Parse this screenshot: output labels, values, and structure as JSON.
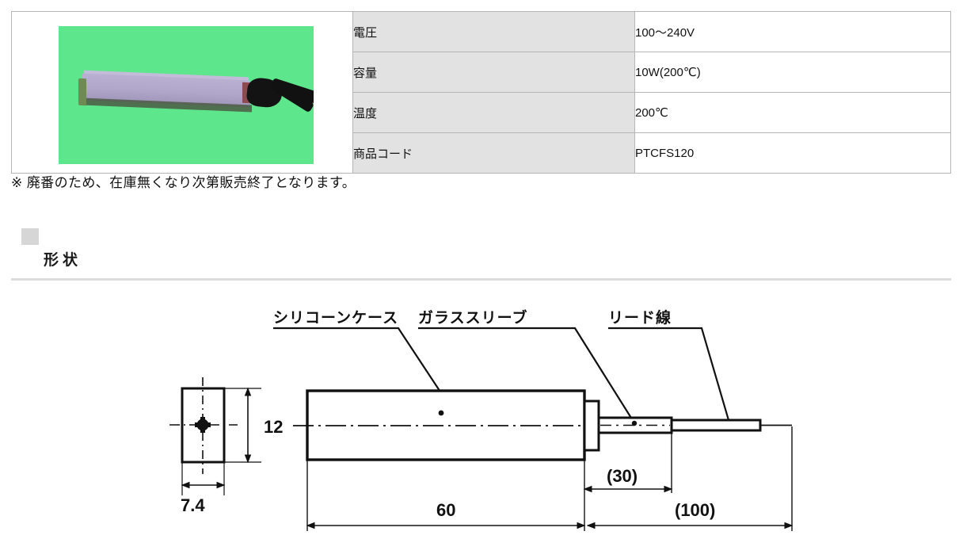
{
  "spec_table": {
    "photo": {
      "alt_name": "ptc-heater-product-photo",
      "background_color": "#5ee68c",
      "body_color": "#b0a6c9",
      "wire_color": "#131313"
    },
    "rows": [
      {
        "key": "電圧",
        "value": "100〜240V"
      },
      {
        "key": "容量",
        "value": "10W(200℃)"
      },
      {
        "key": "温度",
        "value": "200℃"
      },
      {
        "key": "商品コード",
        "value": "PTCFS120"
      }
    ]
  },
  "note": "※ 廃番のため、在庫無くなり次第販売終了となります。",
  "section": {
    "marker_color": "#d6d6d6",
    "title": "形状",
    "rule_color": "#dcdcdc"
  },
  "diagram": {
    "labels": {
      "silicone_case": "シリコーンケース",
      "glass_sleeve": "ガラススリーブ",
      "lead_wire": "リード線"
    },
    "dimensions": {
      "height": "12",
      "width": "7.4",
      "body_length": "60",
      "sleeve_length": "(30)",
      "lead_length": "(100)"
    }
  }
}
